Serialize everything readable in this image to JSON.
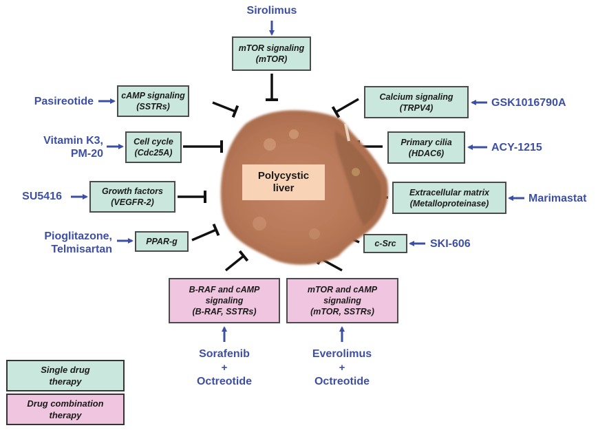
{
  "colors": {
    "single_drug_fill": "#c9e7dd",
    "combination_fill": "#f0c5e0",
    "drug_text": "#3d4fa3",
    "drug_arrow": "#3d4fa3",
    "inhibition_line": "#111111",
    "liver_label_fill": "#f9d3b6"
  },
  "center": {
    "image": "polycystic-liver-photo",
    "label_lines": [
      "Polycystic",
      "liver"
    ]
  },
  "targets": [
    {
      "id": "mtor",
      "type": "single",
      "lines": [
        "mTOR signaling",
        "(mTOR)"
      ],
      "drug_lines": [
        "Sirolimus"
      ],
      "drug_side": "top"
    },
    {
      "id": "camp",
      "type": "single",
      "lines": [
        "cAMP signaling",
        "(SSTRs)"
      ],
      "drug_lines": [
        "Pasireotide"
      ],
      "drug_side": "left"
    },
    {
      "id": "cellcycle",
      "type": "single",
      "lines": [
        "Cell cycle",
        "(Cdc25A)"
      ],
      "drug_lines": [
        "Vitamin K3,",
        "PM-20"
      ],
      "drug_side": "left"
    },
    {
      "id": "growth",
      "type": "single",
      "lines": [
        "Growth factors",
        "(VEGFR-2)"
      ],
      "drug_lines": [
        "SU5416"
      ],
      "drug_side": "left"
    },
    {
      "id": "ppar",
      "type": "single",
      "lines": [
        "PPAR-g"
      ],
      "drug_lines": [
        "Pioglitazone,",
        "Telmisartan"
      ],
      "drug_side": "left"
    },
    {
      "id": "calcium",
      "type": "single",
      "lines": [
        "Calcium signaling",
        "(TRPV4)"
      ],
      "drug_lines": [
        "GSK1016790A"
      ],
      "drug_side": "right"
    },
    {
      "id": "cilia",
      "type": "single",
      "lines": [
        "Primary cilia",
        "(HDAC6)"
      ],
      "drug_lines": [
        "ACY-1215"
      ],
      "drug_side": "right"
    },
    {
      "id": "ecm",
      "type": "single",
      "lines": [
        "Extracellular matrix",
        "(Metalloproteinase)"
      ],
      "drug_lines": [
        "Marimastat"
      ],
      "drug_side": "right"
    },
    {
      "id": "csrc",
      "type": "single",
      "lines": [
        "c-Src"
      ],
      "drug_lines": [
        "SKI-606"
      ],
      "drug_side": "right"
    },
    {
      "id": "braf",
      "type": "combination",
      "lines": [
        "B-RAF and cAMP",
        "signaling",
        "(B-RAF, SSTRs)"
      ],
      "drug_lines": [
        "Sorafenib",
        "+",
        "Octreotide"
      ],
      "drug_side": "bottom"
    },
    {
      "id": "mtorcamp",
      "type": "combination",
      "lines": [
        "mTOR and cAMP",
        "signaling",
        "(mTOR, SSTRs)"
      ],
      "drug_lines": [
        "Everolimus",
        "+",
        "Octreotide"
      ],
      "drug_side": "bottom"
    }
  ],
  "edges": {
    "drug_to_target": "activating-arrow",
    "target_to_liver": "inhibition-bar"
  },
  "legend": [
    {
      "type": "single",
      "lines": [
        "Single drug",
        "therapy"
      ]
    },
    {
      "type": "combination",
      "lines": [
        "Drug combination",
        "therapy"
      ]
    }
  ]
}
